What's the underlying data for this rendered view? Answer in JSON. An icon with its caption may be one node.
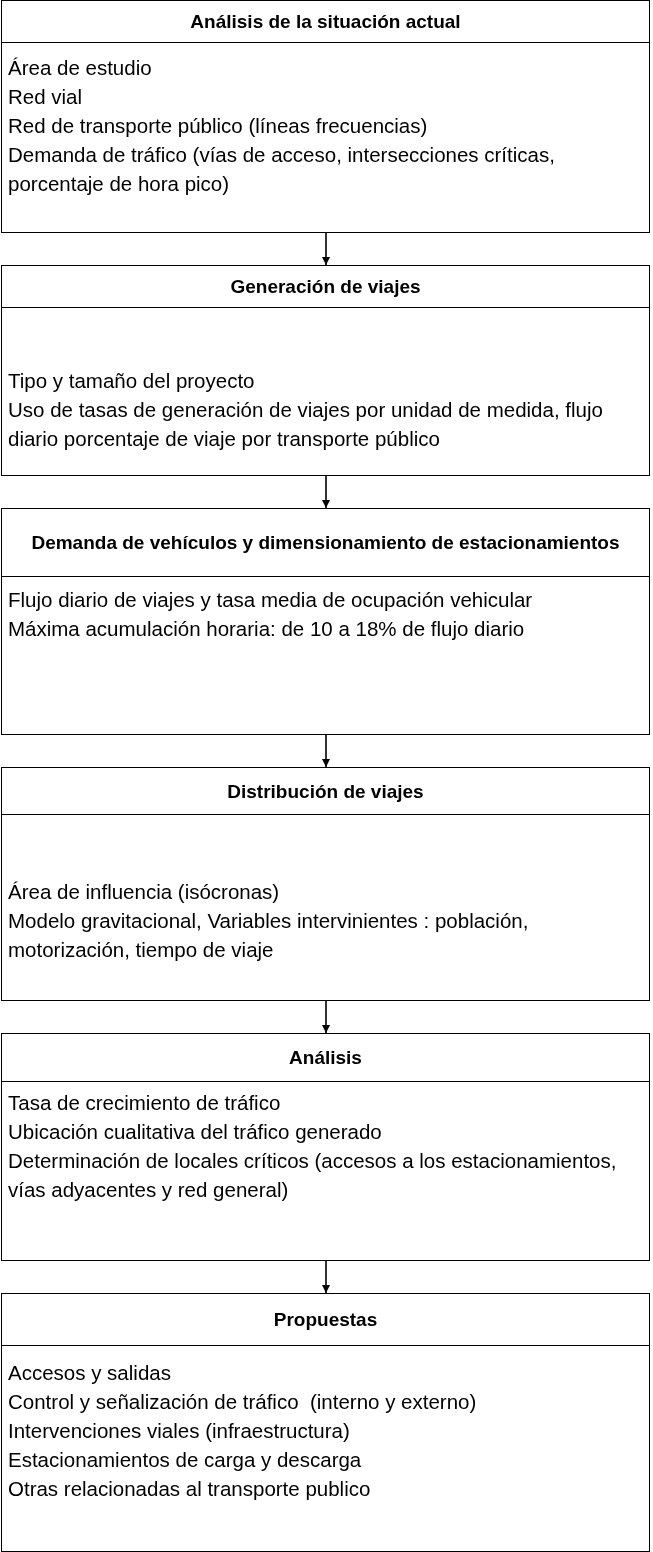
{
  "diagram": {
    "nodes": [
      {
        "text": [
          "Análisis de la situación actual",
          "Área de estudio",
          "Red vial",
          "Red de transporte público (líneas frecuencias)",
          "Demanda de tráfico (vías de acceso, intersecciones críticas, porcentaje de hora pico)"
        ]
      },
      {
        "text": [
          "Generación de viajes",
          "Tipo y tamaño del proyecto",
          "Uso de tasas de generación de viajes por unidad de medida, flujo diario porcentaje de viaje por transporte público"
        ]
      },
      {
        "text": [
          "Demanda de vehículos y dimensionamiento de estacionamientos",
          "Flujo diario de viajes y tasa media de ocupación vehicular",
          "Máxima acumulación horaria: de 10 a 18% de flujo diario"
        ]
      },
      {
        "text": [
          "Distribución de viajes",
          "Área de influencia (isócronas)",
          "Modelo gravitacional, Variables intervinientes : población, motorización, tiempo de viaje"
        ]
      },
      {
        "text": [
          "Análisis",
          "Tasa de crecimiento de tráfico",
          "Ubicación cualitativa del tráfico generado",
          "Determinación de locales críticos (accesos a los estacionamientos, vías adyacentes y red general)"
        ]
      },
      {
        "text": [
          "Propuestas",
          "Accesos y salidas",
          "Control y señalización de tráfico  (interno y externo)",
          "Intervenciones viales (infraestructura)",
          "Estacionamientos de carga y descarga",
          "Otras relacionadas al transporte publico"
        ]
      }
    ],
    "edges": [
      {
        "from": 0,
        "to": 1,
        "arrow": "to"
      },
      {
        "from": 1,
        "to": 2,
        "arrow": "to"
      },
      {
        "from": 2,
        "to": 3,
        "arrow": "to"
      },
      {
        "from": 3,
        "to": 4,
        "arrow": "to"
      },
      {
        "from": 4,
        "to": 5,
        "arrow": "to"
      }
    ]
  }
}
